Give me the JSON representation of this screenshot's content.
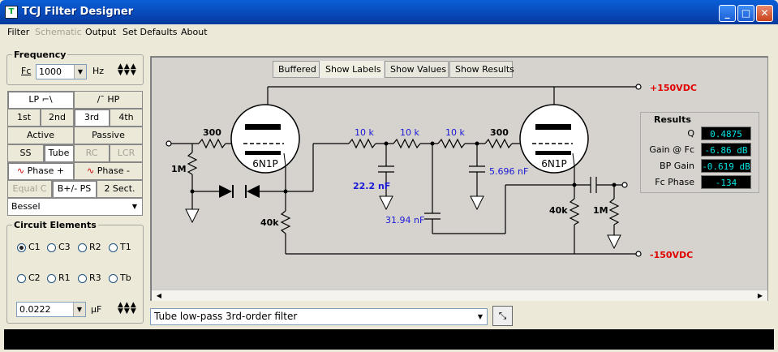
{
  "window": {
    "title": "TCJ Filter Designer",
    "minimize": "_",
    "maximize": "□",
    "close": "✕"
  },
  "menu": [
    "Filter",
    "Schematic",
    "Output",
    "Set Defaults",
    "About"
  ],
  "frequency": {
    "group": "Frequency",
    "fc_label": "Fc",
    "fc_value": "1000",
    "unit": "Hz"
  },
  "buttons": {
    "lp": "LP",
    "hp": "HP",
    "first": "1st",
    "second": "2nd",
    "third": "3rd",
    "fourth": "4th",
    "active": "Active",
    "passive": "Passive",
    "ss": "SS",
    "tube": "Tube",
    "rc": "RC",
    "lcr": "LCR",
    "phase_plus": "Phase +",
    "phase_minus": "Phase -",
    "equal_c": "Equal C",
    "bpm_ps": "B+/- PS",
    "two_sect": "2 Sect.",
    "response": "Bessel"
  },
  "circuit": {
    "group": "Circuit Elements",
    "radios": [
      "C1",
      "C3",
      "R2",
      "T1",
      "C2",
      "R1",
      "R3",
      "Tb"
    ],
    "selected": "C1",
    "value": "0.0222",
    "unit": "µF"
  },
  "tabs": [
    "Buffered",
    "Show Labels",
    "Show Values",
    "Show Results"
  ],
  "active_tab": "Show Labels",
  "schematic": {
    "supply_pos": "+150VDC",
    "supply_neg": "-150VDC",
    "r_in": "300",
    "r_grid": "1M",
    "tube1": "6N1P",
    "r_cathode1": "40k",
    "r1": "10 k",
    "r2": "10 k",
    "r3": "10 k",
    "r_in2": "300",
    "c1": "22.2 nF",
    "c2": "31.94 nF",
    "c3": "5.696 nF",
    "tube2": "6N1P",
    "r_cathode2": "40k",
    "r_out": "1M"
  },
  "results": {
    "title": "Results",
    "rows": [
      {
        "label": "Q",
        "value": "0.4875"
      },
      {
        "label": "Gain @ Fc",
        "value": "-6.86 dB"
      },
      {
        "label": "BP Gain",
        "value": "-0.619 dB"
      },
      {
        "label": "Fc Phase",
        "value": "-134"
      }
    ]
  },
  "filter_select": "Tube low-pass 3rd-order filter",
  "colors": {
    "label_blue": "#1a1ad6",
    "supply_red": "#e00000",
    "result_text": "#00e5e5"
  }
}
